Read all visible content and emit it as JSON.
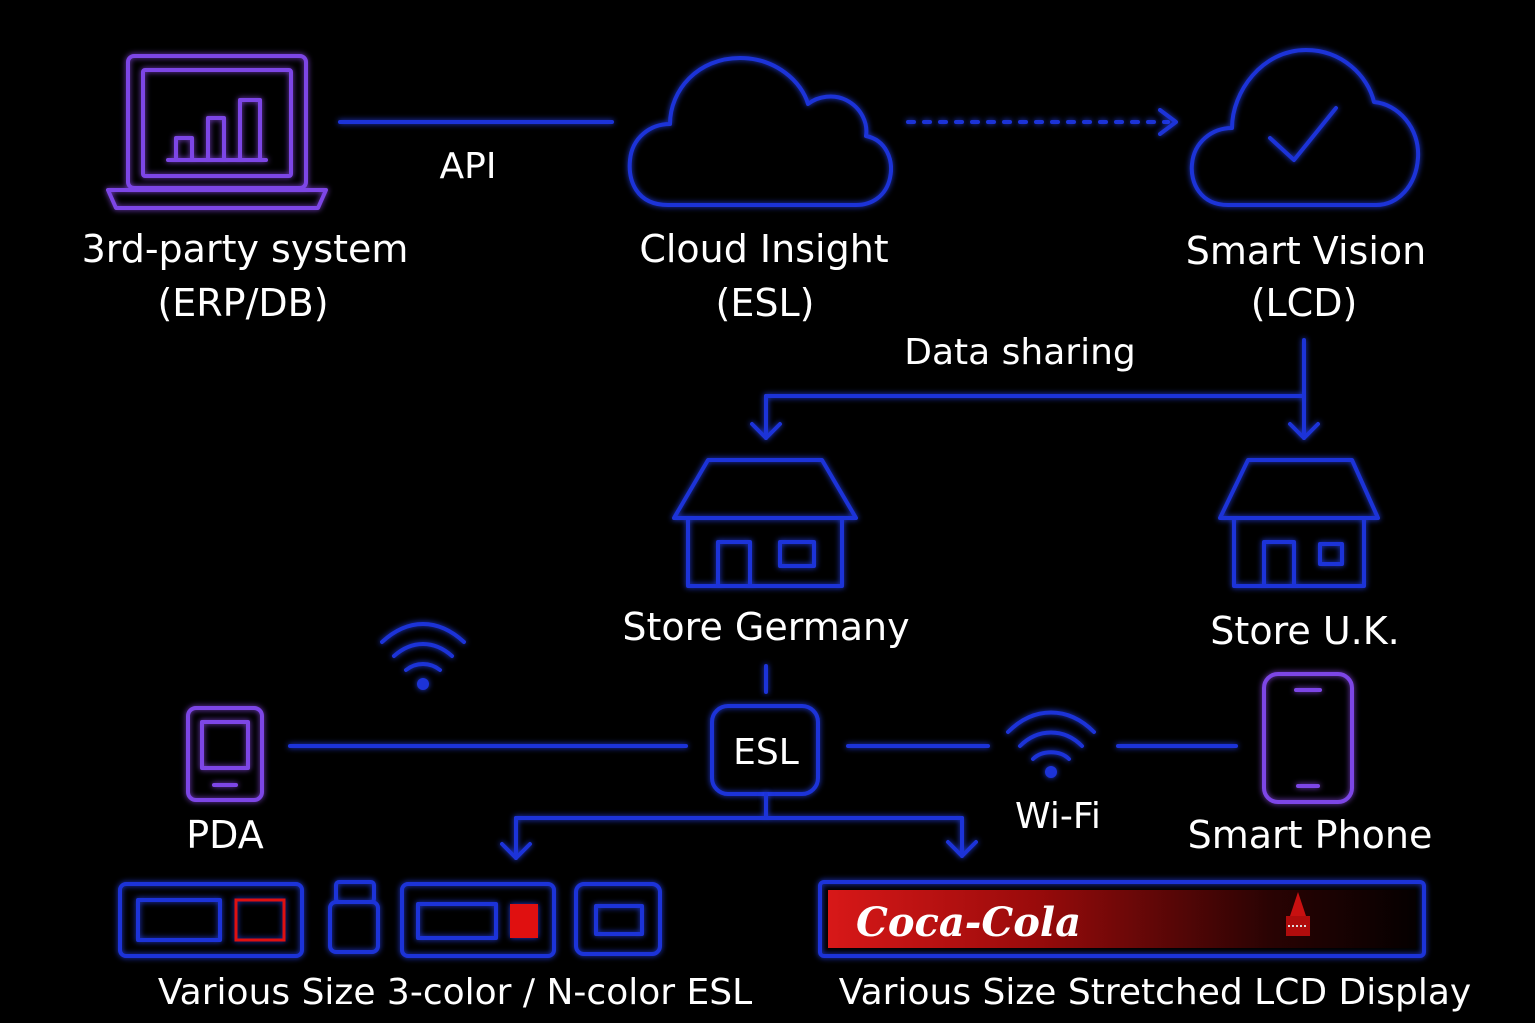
{
  "nodes": {
    "third_party": {
      "line1": "3rd-party system",
      "line2": "(ERP/DB)"
    },
    "cloud_insight": {
      "line1": "Cloud Insight",
      "line2": "(ESL)"
    },
    "smart_vision": {
      "line1": "Smart Vision",
      "line2": "(LCD)"
    },
    "store_germany": {
      "label": "Store Germany"
    },
    "store_uk": {
      "label": "Store U.K."
    },
    "esl_hub": {
      "label": "ESL"
    },
    "pda": {
      "label": "PDA"
    },
    "smart_phone": {
      "label": "Smart Phone"
    }
  },
  "connectors": {
    "api": "API",
    "data_sharing": "Data sharing",
    "wifi": "Wi-Fi"
  },
  "bottom": {
    "esl_caption": "Various Size 3-color / N-color ESL",
    "lcd_caption": "Various Size Stretched LCD Display",
    "lcd_brand": "Coca-Cola"
  },
  "colors": {
    "line_blue": "#1c33d8",
    "icon_purple": "#7d46e6",
    "accent_red": "#e01010",
    "background": "#000000"
  },
  "icons": {
    "laptop": "laptop-chart-icon",
    "cloud": "cloud-icon",
    "cloud_check": "cloud-check-icon",
    "store": "house-icon",
    "wifi": "wifi-icon",
    "tablet": "tablet-icon",
    "phone": "smartphone-icon"
  }
}
